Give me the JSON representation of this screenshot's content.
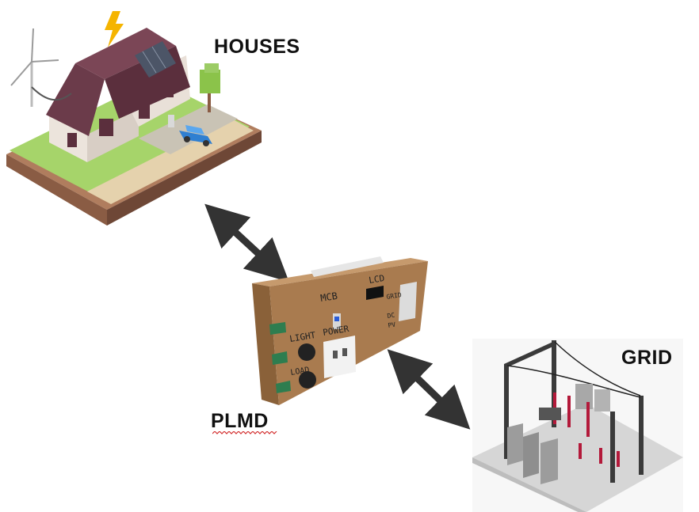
{
  "nodes": {
    "houses": {
      "label": "HOUSES"
    },
    "grid": {
      "label": "GRID"
    },
    "plmd": {
      "label": "PLMD"
    }
  },
  "device": {
    "markings": {
      "mcb": "MCB",
      "lcd": "LCD",
      "light": "LIGHT",
      "power": "POWER",
      "load": "LOAD",
      "grid_short": "GRID",
      "dc": "DC",
      "pv": "PV"
    }
  },
  "colors": {
    "arrow": "#333333",
    "cardboard": "#a97b4f",
    "tape": "#2e7d4f",
    "roof": "#6b3b4a",
    "lawn": "#a6d46a",
    "substation_base": "#d6d6d6",
    "steel": "#3a3a3a",
    "insulator": "#b3193a"
  }
}
